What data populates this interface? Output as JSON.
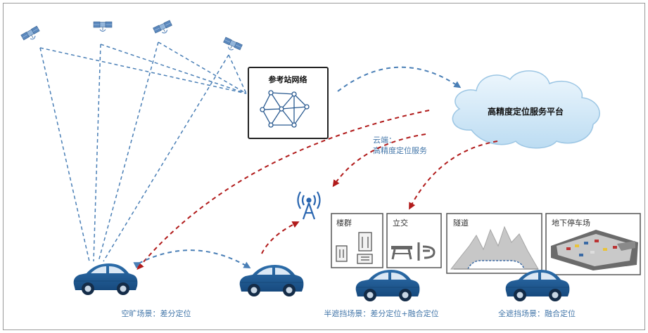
{
  "reference_network": {
    "title": "参考站网络"
  },
  "cloud": {
    "label": "高精度定位服务平台"
  },
  "cloud_note": {
    "line1": "云端：",
    "line2": "高精度定位服务"
  },
  "scenes": {
    "building": {
      "title": "楼群"
    },
    "overpass": {
      "title": "立交"
    },
    "tunnel": {
      "title": "隧道"
    },
    "parking": {
      "title": "地下停车场"
    }
  },
  "captions": {
    "open": "空旷场景：差分定位",
    "semi": "半遮挡场景：差分定位+融合定位",
    "full": "全遮挡场景：融合定位"
  },
  "colors": {
    "blue_dash": "#4a7fb6",
    "red_dash": "#b11b1b",
    "car_blue": "#1f5a96",
    "caption_blue": "#4477aa",
    "cloud_fill": "#cfe6f7"
  }
}
